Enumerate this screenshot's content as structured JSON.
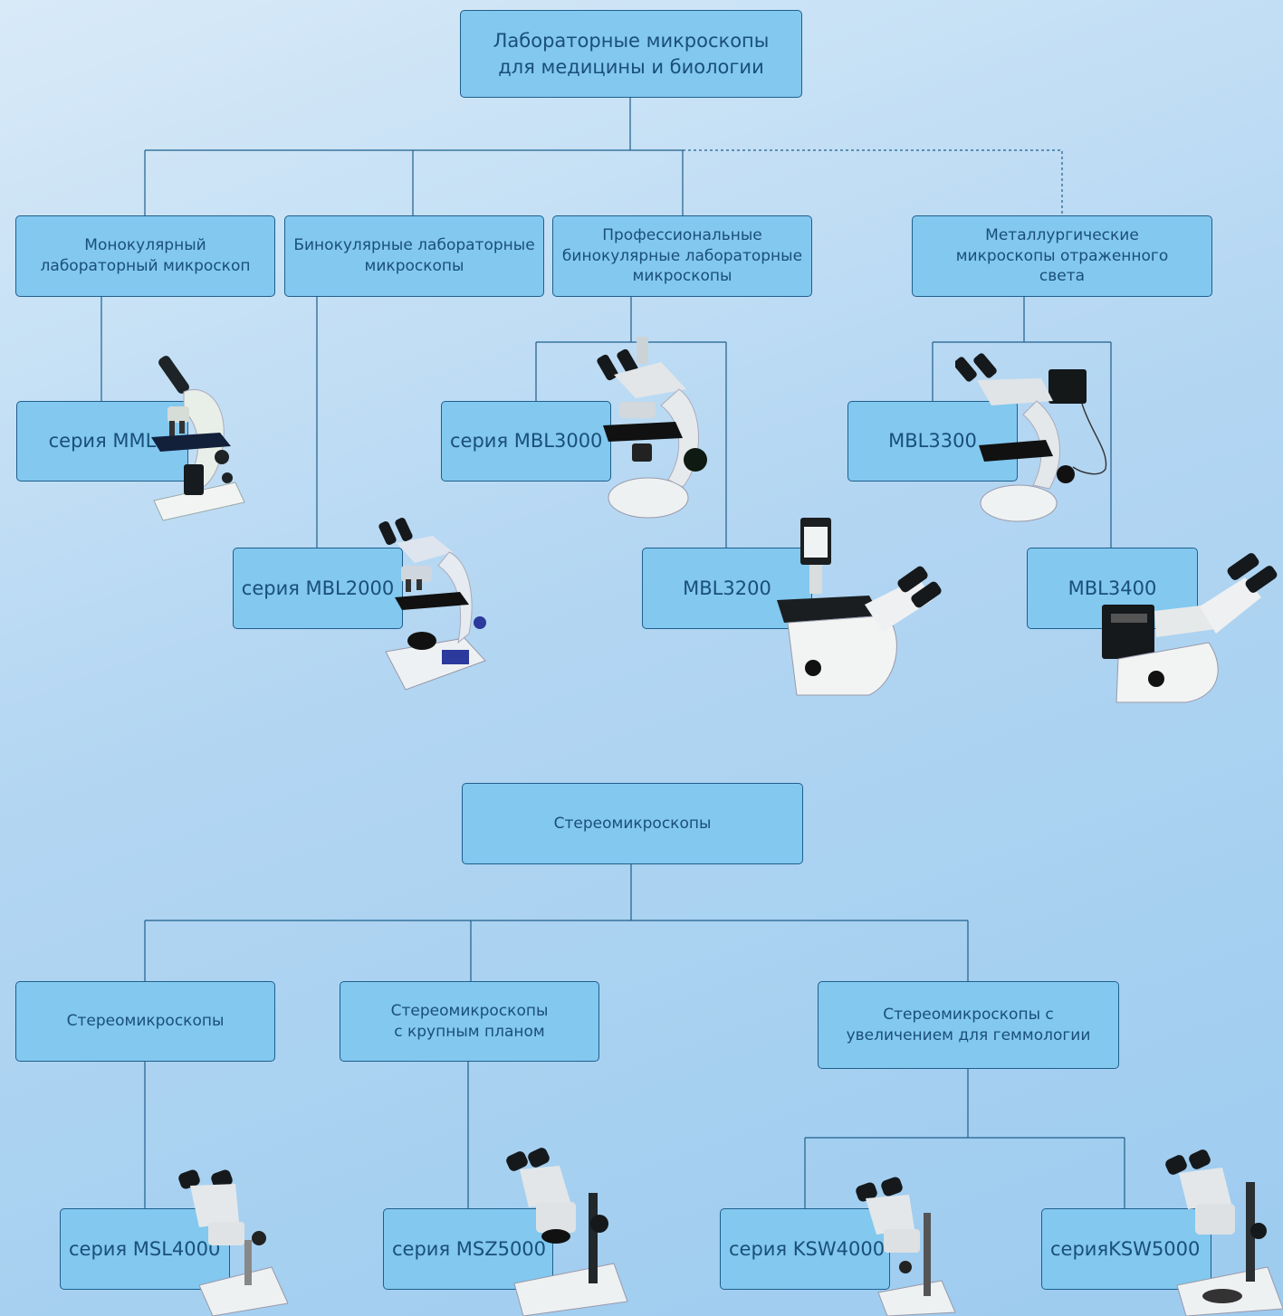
{
  "colors": {
    "box_fill": "#82c8ef",
    "box_border": "#1f5f8c",
    "text": "#1a4f78",
    "line": "#1f5f8c"
  },
  "lab": {
    "root": "Лабораторные микроскопы\nдля медицины и биологии",
    "categories": [
      "Монокулярный\nлабораторный микроскоп",
      "Бинокулярные лабораторные\nмикроскопы",
      "Профессиональные\nбинокулярные лабораторные\nмикроскопы",
      "Металлургические\nмикроскопы отраженного\nсвета"
    ],
    "models": [
      "серия MML",
      "серия MBL2000",
      "серия MBL3000",
      "MBL3200",
      "MBL3300",
      "MBL3400"
    ]
  },
  "stereo": {
    "root": "Стереомикроскопы",
    "categories": [
      "Стереомикроскопы",
      "Стереомикроскопы\nс крупным планом",
      "Стереомикроскопы с\nувеличением для геммологии"
    ],
    "models": [
      "серия MSL4000",
      "серия MSZ5000",
      "серия KSW4000",
      "серияKSW5000"
    ]
  },
  "images": [
    "monocular-microscope-icon",
    "binocular-microscope-icon",
    "trinocular-microscope-icon",
    "inverted-microscope-icon",
    "metallurgical-microscope-icon",
    "inverted-metallurgical-microscope-icon",
    "stereo-microscope-icon",
    "zoom-stereo-microscope-icon",
    "gem-stereo-microscope-icon",
    "gem-zoom-stereo-microscope-icon"
  ]
}
